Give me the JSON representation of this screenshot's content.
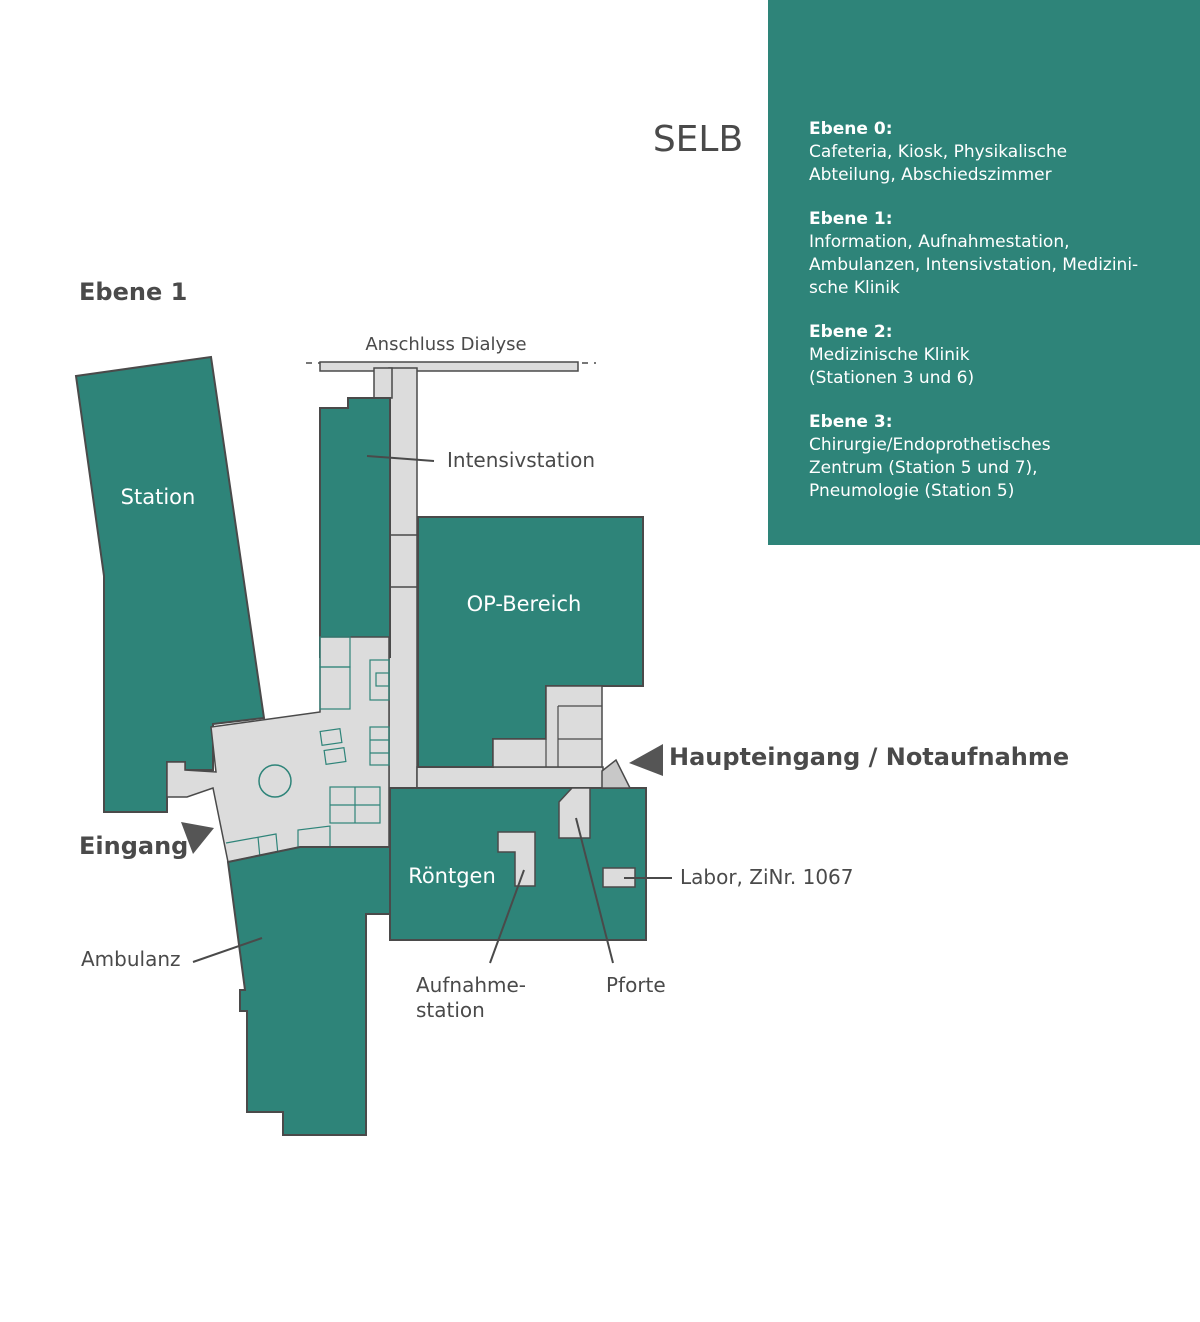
{
  "map": {
    "title": "SELB",
    "level_heading": "Ebene 1",
    "labels": {
      "anschluss_dialyse": "Anschluss Dialyse",
      "intensivstation": "Intensivstation",
      "station": "Station",
      "op_bereich": "OP-Bereich",
      "haupteingang": "Haupteingang / Notaufnahme",
      "eingang": "Eingang",
      "roentgen": "Röntgen",
      "labor": "Labor, ZiNr. 1067",
      "ambulanz": "Ambulanz",
      "aufnahmestation_line1": "Aufnahme-",
      "aufnahmestation_line2": "station",
      "pforte": "Pforte"
    },
    "colors": {
      "room": "#2e8479",
      "corridor": "#dcdcdc",
      "outline": "#4a4a4a"
    }
  },
  "legend": {
    "items": [
      {
        "heading": "Ebene 0:",
        "text": "Cafeteria, Kiosk, Physikalische\nAbteilung, Abschiedszimmer"
      },
      {
        "heading": "Ebene 1:",
        "text": "Information, Aufnahmestation,\nAmbulanzen, Intensivstation, Medizini-\nsche Klinik"
      },
      {
        "heading": "Ebene 2:",
        "text": "Medizinische Klinik\n(Stationen 3 und 6)"
      },
      {
        "heading": "Ebene 3:",
        "text": "Chirurgie/Endoprothetisches\nZentrum (Station 5 und 7),\nPneumologie (Station 5)"
      }
    ]
  }
}
